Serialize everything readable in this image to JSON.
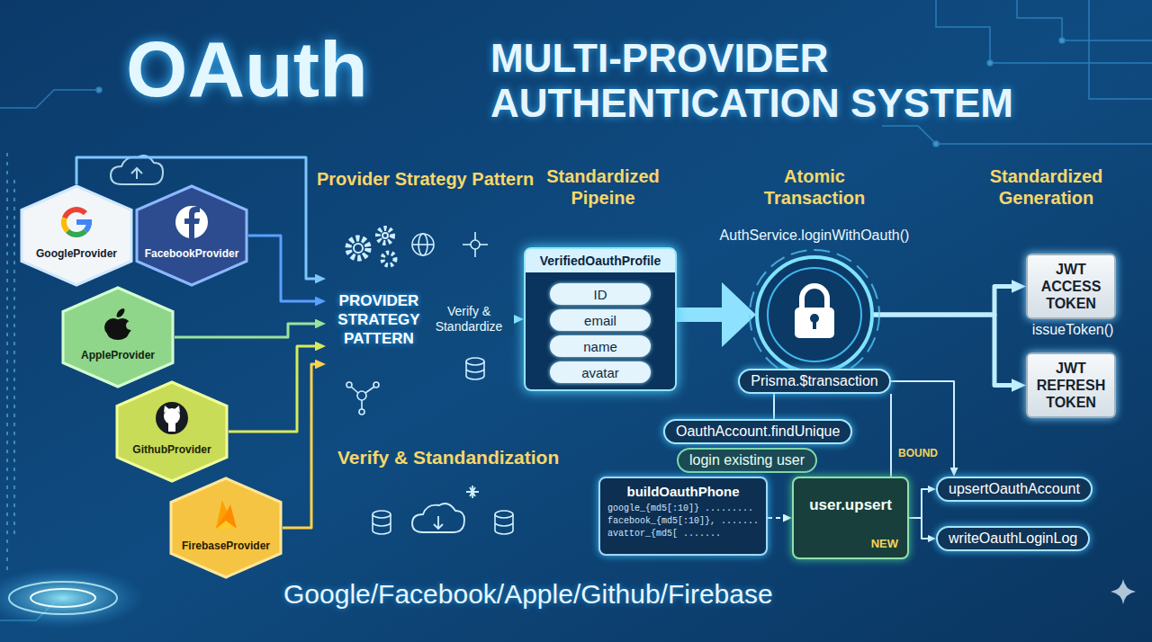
{
  "diagram": {
    "title": "OAuth",
    "nodes": [
      {
        "text": [
          "GoogleProvider"
        ]
      },
      {
        "text": [
          "FacebookProvider"
        ]
      },
      {
        "text": [
          "AppleProvider"
        ]
      },
      {
        "text": [
          "GithubProvider"
        ]
      },
      {
        "text": [
          "FirebaseProvider"
        ]
      },
      {
        "text": [
          "PROVIDER STRATEGY PATTERN"
        ]
      },
      {
        "text": [
          "VerifiedOauthProfile"
        ]
      },
      {
        "text": [
          "ID"
        ],
        "in": 6
      },
      {
        "text": [
          "email"
        ],
        "in": 6
      },
      {
        "text": [
          "name"
        ],
        "in": 6
      },
      {
        "text": [
          "avatar"
        ],
        "in": 6
      },
      {
        "text": [
          "AuthService.loginWithOauth()"
        ]
      },
      {
        "text": [
          "Prisma.$transaction"
        ]
      },
      {
        "text": [
          "OauthAccount.findUnique"
        ]
      },
      {
        "text": [
          "login existing user"
        ]
      },
      {
        "text": [
          "buildOauthPhone",
          "google_{md5[:10]} .........",
          "facebook_{md5[:10]}, .......",
          "avattor_{md5[ ......."
        ]
      },
      {
        "text": [
          "user.upsert",
          "NEW"
        ]
      },
      {
        "text": [
          "upsertOauthAccount"
        ]
      },
      {
        "text": [
          "writeOauthLoginLog"
        ]
      },
      {
        "text": [
          "JWT ACCESS TOKEN"
        ]
      },
      {
        "text": [
          "JWT REFRESH TOKEN"
        ]
      }
    ],
    "edges": [
      {
        "from": 0,
        "to": 5,
        "arrow": "to"
      },
      {
        "from": 1,
        "to": 5,
        "arrow": "to"
      },
      {
        "from": 2,
        "to": 5,
        "arrow": "to"
      },
      {
        "from": 3,
        "to": 5,
        "arrow": "to"
      },
      {
        "from": 4,
        "to": 5,
        "arrow": "to"
      },
      {
        "from": 5,
        "to": 6,
        "label": "Verify & Standardize",
        "arrow": "to"
      },
      {
        "from": 6,
        "to": 11,
        "arrow": "to"
      },
      {
        "from": 11,
        "to": 19,
        "arrow": "to"
      },
      {
        "from": 11,
        "to": 20,
        "arrow": "to"
      },
      {
        "from": 12,
        "to": 13,
        "arrow": "none"
      },
      {
        "from": 12,
        "to": 16,
        "arrow": "none"
      },
      {
        "from": 12,
        "to": 17,
        "arrow": "to"
      },
      {
        "from": 15,
        "to": 16,
        "arrow": "to"
      },
      {
        "from": 16,
        "to": 17,
        "arrow": "to"
      },
      {
        "from": 16,
        "to": 18,
        "arrow": "to"
      }
    ],
    "labels": [
      "MULTI-PROVIDER AUTHENTICATION SYSTEM",
      "Provider Strategy Pattern",
      "Standardized Pipeine",
      "Atomic Transaction",
      "Standardized Generation",
      "Verify & Standandization",
      "BOUND",
      "issueToken()",
      "Google/Facebook/Apple/Github/Firebase"
    ]
  }
}
